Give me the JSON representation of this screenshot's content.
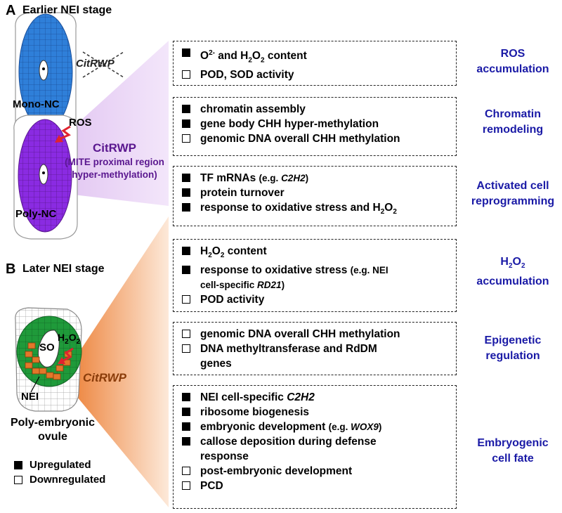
{
  "panel_a": {
    "letter": "A",
    "stage": "Earlier NEI stage",
    "mono_label": "Mono-NC",
    "poly_label": "Poly-NC",
    "crossed_gene": "CitRWP",
    "ros_label": "ROS",
    "callout_gene": "CitRWP",
    "callout_note": "(MITE proximal region hyper-methylation)"
  },
  "panel_b": {
    "letter": "B",
    "stage": "Later NEI stage",
    "so_label": "SO",
    "h2o2_label": "H2O2",
    "nei_label": "NEI",
    "ovule_label": "Poly-embryonic ovule",
    "callout_gene": "CitRWP"
  },
  "legend": {
    "up": "Upregulated",
    "down": "Downregulated"
  },
  "colors": {
    "category": "#1a1aa6",
    "mono_cells": "#2f7fd9",
    "poly_cells": "#8a2be2",
    "callout_a": "#e9d4f5",
    "callout_b": "#f2a46a",
    "later_tissue": "#1f9a3a",
    "nei_cells": "#e3772a",
    "arrow": "#e0232f"
  },
  "groups": [
    {
      "category_line1": "ROS",
      "category_line2": "accumulation",
      "items": [
        {
          "reg": "up",
          "text": "O2- and H2O2 content"
        },
        {
          "reg": "down",
          "text": "POD, SOD activity"
        }
      ]
    },
    {
      "category_line1": "Chromatin",
      "category_line2": "remodeling",
      "items": [
        {
          "reg": "up",
          "text": "chromatin assembly"
        },
        {
          "reg": "up",
          "text": "gene body CHH hyper-methylation"
        },
        {
          "reg": "down",
          "text": "genomic DNA overall CHH methylation"
        }
      ]
    },
    {
      "category_line1": "Activated cell",
      "category_line2": "reprogramming",
      "items": [
        {
          "reg": "up",
          "text": "TF mRNAs (e.g. C2H2)"
        },
        {
          "reg": "up",
          "text": "protein turnover"
        },
        {
          "reg": "up",
          "text": "response to oxidative stress and H2O2"
        }
      ]
    },
    {
      "category_line1": "H2O2",
      "category_line2": "accumulation",
      "items": [
        {
          "reg": "up",
          "text": "H2O2 content"
        },
        {
          "reg": "up",
          "text": "response to oxidative stress (e.g. NEI cell-specific RD21)"
        },
        {
          "reg": "down",
          "text": "POD activity"
        }
      ]
    },
    {
      "category_line1": "Epigenetic",
      "category_line2": "regulation",
      "items": [
        {
          "reg": "down",
          "text": "genomic DNA overall CHH methylation"
        },
        {
          "reg": "down",
          "text": "DNA methyltransferase and RdDM genes"
        }
      ]
    },
    {
      "category_line1": "Embryogenic",
      "category_line2": "cell fate",
      "items": [
        {
          "reg": "up",
          "text": "NEI cell-specific C2H2"
        },
        {
          "reg": "up",
          "text": "ribosome biogenesis"
        },
        {
          "reg": "up",
          "text": "embryonic development (e.g. WOX9)"
        },
        {
          "reg": "up",
          "text": "callose deposition during defense response"
        },
        {
          "reg": "down",
          "text": "post-embryonic development"
        },
        {
          "reg": "down",
          "text": "PCD"
        }
      ]
    }
  ]
}
